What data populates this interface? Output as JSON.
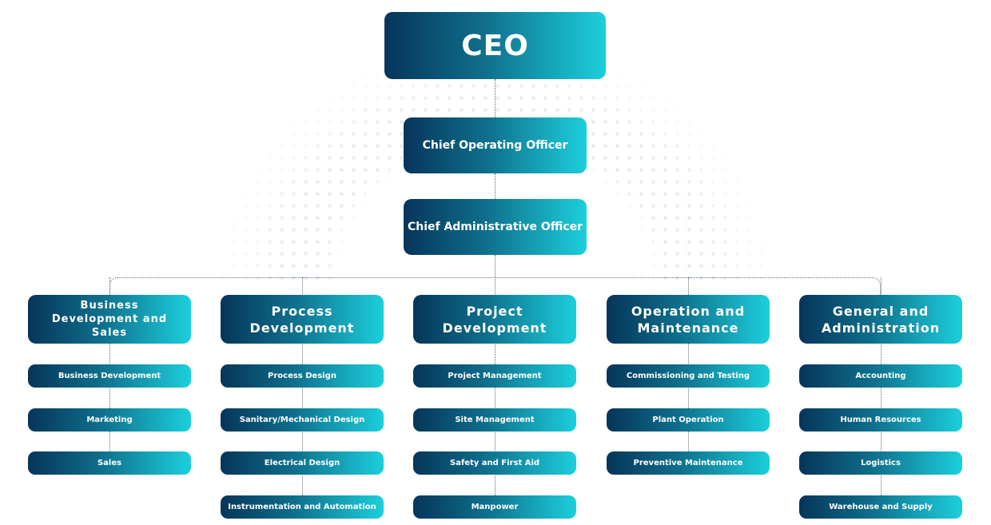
{
  "ceo": "CEO",
  "coo": "Chief Operating Officer",
  "cao": "Chief Administrative Officer",
  "departments": [
    {
      "title": "Business Development and Sales",
      "items": [
        "Business Development",
        "Marketing",
        "Sales"
      ]
    },
    {
      "title": "Process Development",
      "items": [
        "Process Design",
        "Sanitary/Mechanical Design",
        "Electrical Design",
        "Instrumentation and Automation"
      ]
    },
    {
      "title": "Project Development",
      "items": [
        "Project Management",
        "Site Management",
        "Safety and First Aid",
        "Manpower"
      ]
    },
    {
      "title": "Operation and Maintenance",
      "items": [
        "Commissioning and Testing",
        "Plant Operation",
        "Preventive Maintenance"
      ]
    },
    {
      "title": "General and Administration",
      "items": [
        "Accounting",
        "Human Resources",
        "Logistics",
        "Warehouse and Supply"
      ]
    }
  ],
  "colors": {
    "gradient_start": "#06355a",
    "gradient_end": "#1ccfdc",
    "connector": "#5a6c7c"
  }
}
